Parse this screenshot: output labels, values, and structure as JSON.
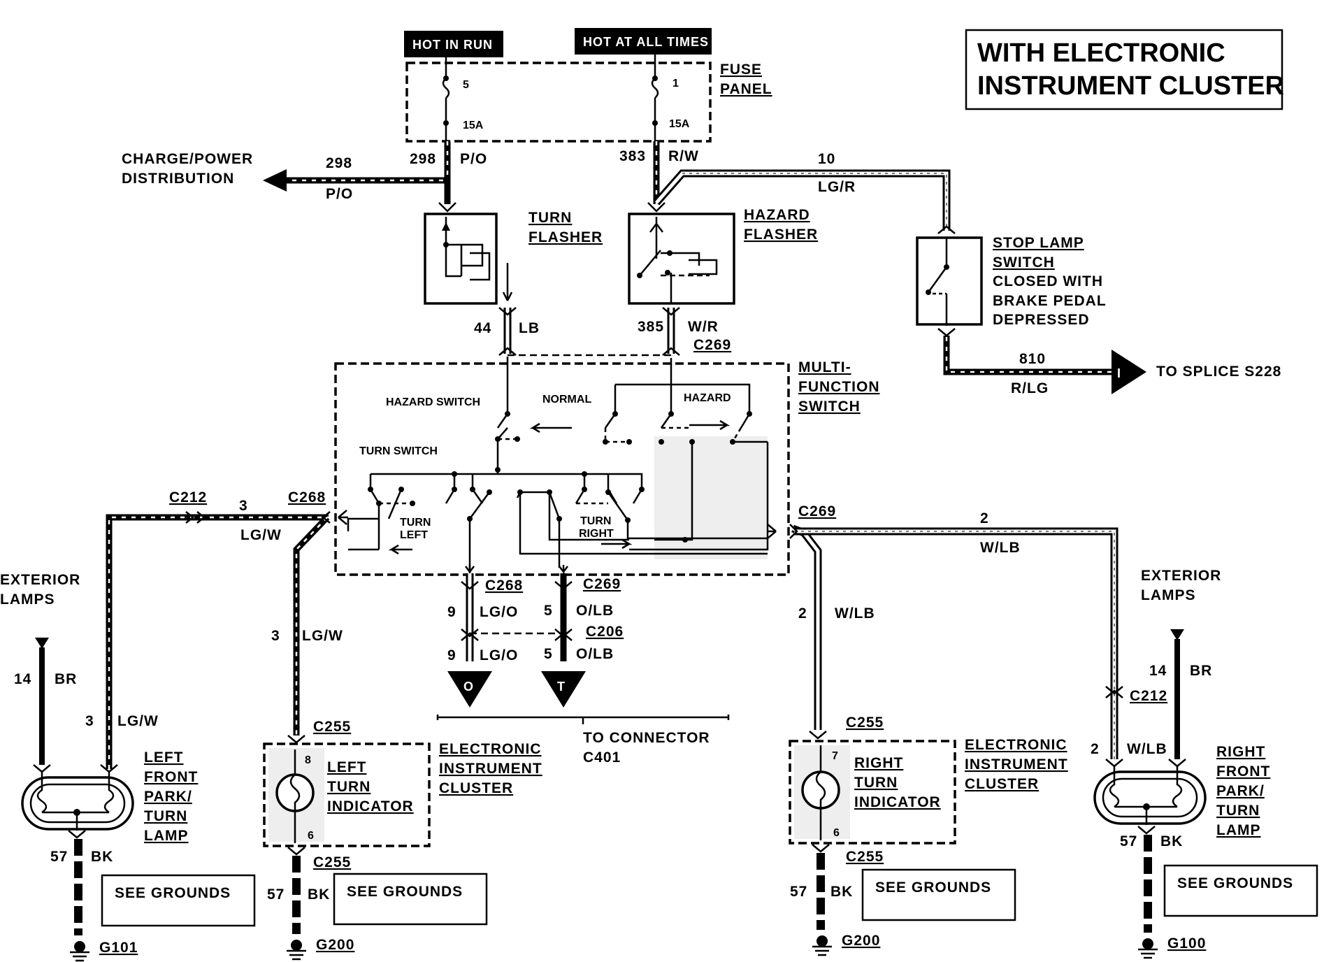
{
  "title": {
    "line1": "WITH ELECTRONIC",
    "line2": "INSTRUMENT CLUSTER"
  },
  "power": {
    "hot_in_run": "HOT IN RUN",
    "hot_at_all_times": "HOT AT ALL TIMES"
  },
  "fuse_panel": {
    "label1": "FUSE",
    "label2": "PANEL",
    "fuse_left_num": "5",
    "fuse_left_rating": "15A",
    "fuse_right_num": "1",
    "fuse_right_rating": "15A"
  },
  "charge": {
    "label1": "CHARGE/POWER",
    "label2": "DISTRIBUTION",
    "circuit": "298",
    "color": "P/O",
    "feed_circuit": "298",
    "feed_color": "P/O"
  },
  "feed_383": {
    "circuit": "383",
    "color": "R/W"
  },
  "wire_10": {
    "circuit": "10",
    "color": "LG/R"
  },
  "turn_flasher": {
    "label1": "TURN",
    "label2": "FLASHER",
    "out_circuit": "44",
    "out_color": "LB"
  },
  "hazard_flasher": {
    "label1": "HAZARD",
    "label2": "FLASHER",
    "out_circuit": "385",
    "out_color": "W/R",
    "connector": "C269"
  },
  "stop_lamp": {
    "label1": "STOP LAMP",
    "label2": "SWITCH",
    "desc1": "CLOSED WITH",
    "desc2": "BRAKE PEDAL",
    "desc3": "DEPRESSED",
    "out_circuit": "810",
    "out_color": "R/LG",
    "arrow_letter": "I",
    "to_splice": "TO SPLICE S228"
  },
  "multifunction": {
    "label1": "MULTI-",
    "label2": "FUNCTION",
    "label3": "SWITCH",
    "hazard_switch": "HAZARD SWITCH",
    "normal": "NORMAL",
    "hazard": "HAZARD",
    "turn_switch": "TURN SWITCH",
    "turn_left1": "TURN",
    "turn_left2": "LEFT",
    "turn_right1": "TURN",
    "turn_right2": "RIGHT"
  },
  "left_side": {
    "c212": "C212",
    "c268": "C268",
    "circuit": "3",
    "color": "LG/W",
    "exterior1": "EXTERIOR",
    "exterior2": "LAMPS",
    "br_circuit": "14",
    "br_color": "BR",
    "lamp_circuit": "3",
    "lamp_color": "LG/W",
    "lamp1": "LEFT",
    "lamp2": "FRONT",
    "lamp3": "PARK/",
    "lamp4": "TURN",
    "lamp5": "LAMP",
    "gnd_circuit": "57",
    "gnd_color": "BK",
    "see_grounds": "SEE GROUNDS",
    "ground": "G101",
    "ind_circuit": "3",
    "ind_color": "LG/W",
    "c255": "C255",
    "pin_top": "8",
    "pin_bot": "6",
    "ind1": "LEFT",
    "ind2": "TURN",
    "ind3": "INDICATOR",
    "cluster1": "ELECTRONIC",
    "cluster2": "INSTRUMENT",
    "cluster3": "CLUSTER",
    "c255b": "C255",
    "gnd2_circuit": "57",
    "gnd2_color": "BK",
    "see_grounds2": "SEE GROUNDS",
    "ground2": "G200"
  },
  "center_bottom": {
    "c268": "C268",
    "c269": "C269",
    "c206": "C206",
    "left_circuit": "9",
    "left_color": "LG/O",
    "right_circuit": "5",
    "right_color": "O/LB",
    "left_circuit2": "9",
    "left_color2": "LG/O",
    "right_circuit2": "5",
    "right_color2": "O/LB",
    "letter_o": "O",
    "letter_t": "T",
    "to_connector1": "TO CONNECTOR",
    "to_connector2": "C401"
  },
  "right_side": {
    "c269": "C269",
    "circuit": "2",
    "color": "W/LB",
    "exterior1": "EXTERIOR",
    "exterior2": "LAMPS",
    "down_circuit": "2",
    "down_color": "W/LB",
    "c255": "C255",
    "pin_top": "7",
    "pin_bot": "6",
    "ind1": "RIGHT",
    "ind2": "TURN",
    "ind3": "INDICATOR",
    "cluster1": "ELECTRONIC",
    "cluster2": "INSTRUMENT",
    "cluster3": "CLUSTER",
    "c255b": "C255",
    "gnd_circuit": "57",
    "gnd_color": "BK",
    "see_grounds": "SEE GROUNDS",
    "ground": "G200",
    "br_circuit": "14",
    "br_color": "BR",
    "c212": "C212",
    "lamp_circuit": "2",
    "lamp_color": "W/LB",
    "lamp1": "RIGHT",
    "lamp2": "FRONT",
    "lamp3": "PARK/",
    "lamp4": "TURN",
    "lamp5": "LAMP",
    "gnd2_circuit": "57",
    "gnd2_color": "BK",
    "see_grounds2": "SEE GROUNDS",
    "ground2": "G100"
  }
}
